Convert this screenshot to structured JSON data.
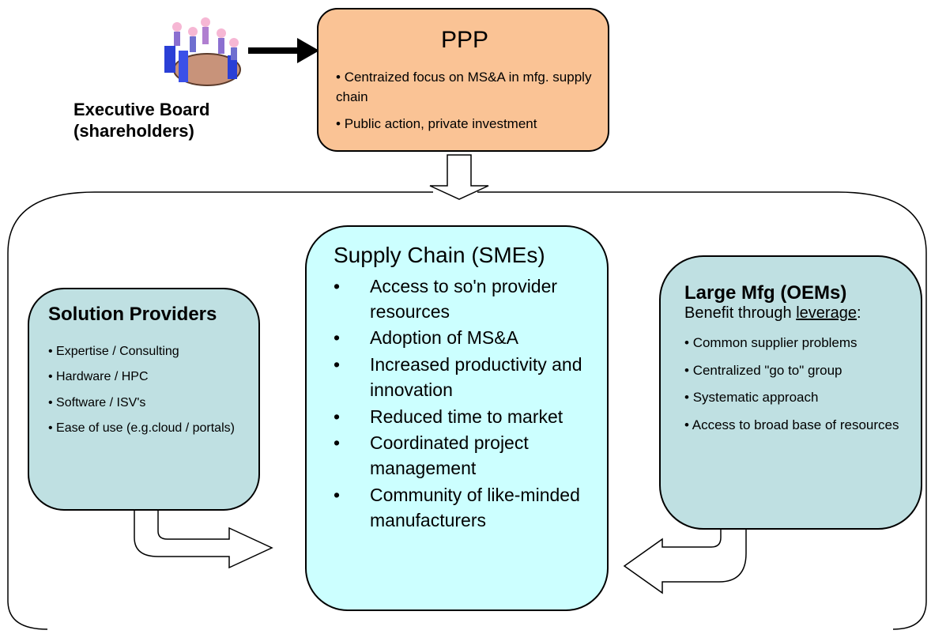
{
  "exec_board": {
    "label_line1": "Executive Board",
    "label_line2": "(shareholders)"
  },
  "ppp": {
    "title": "PPP",
    "bullets": [
      "Centraized focus on MS&A in mfg. supply chain",
      "Public action, private investment"
    ]
  },
  "solution_providers": {
    "title": "Solution Providers",
    "bullets": [
      "Expertise / Consulting",
      "Hardware / HPC",
      "Software / ISV's",
      "Ease of use (e.g.cloud / portals)"
    ]
  },
  "supply_chain": {
    "title": "Supply Chain (SMEs)",
    "bullets": [
      "Access to so'n provider resources",
      "Adoption of MS&A",
      "Increased productivity and innovation",
      "Reduced time to market",
      "Coordinated project management",
      "Community of like-minded manufacturers"
    ]
  },
  "large_mfg": {
    "title": "Large Mfg (OEMs)",
    "subtitle_prefix": "Benefit through ",
    "subtitle_underlined": "leverage",
    "subtitle_suffix": ":",
    "bullets": [
      "Common supplier problems",
      "Centralized \"go to\" group",
      "Systematic approach",
      "Access to broad base of resources"
    ]
  },
  "colors": {
    "ppp_fill": "#fac395",
    "provider_fill": "#bfe0e2",
    "supply_chain_fill": "#ccffff",
    "outline": "#000000"
  }
}
